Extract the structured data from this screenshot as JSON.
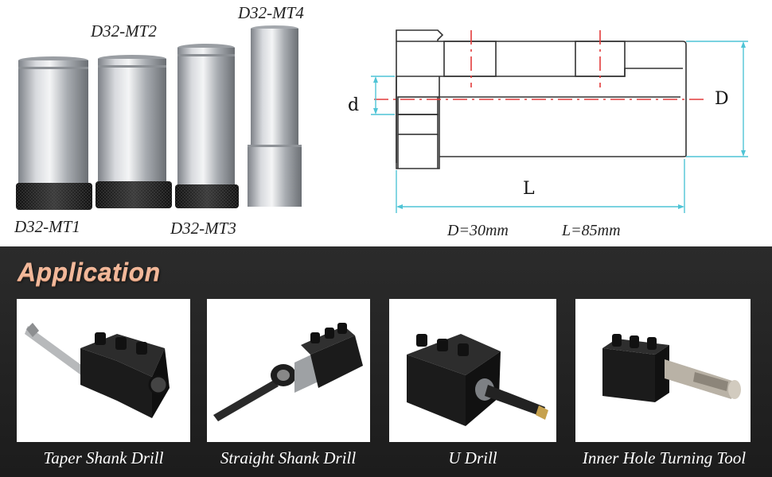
{
  "products": {
    "mt1": "D32-MT1",
    "mt2": "D32-MT2",
    "mt3": "D32-MT3",
    "mt4": "D32-MT4"
  },
  "diagram": {
    "d_label": "d",
    "D_label": "D",
    "L_label": "L",
    "spec_D": "D=30mm",
    "spec_L": "L=85mm"
  },
  "application": {
    "title": "Application",
    "items": [
      {
        "caption": "Taper Shank Drill"
      },
      {
        "caption": "Straight Shank Drill"
      },
      {
        "caption": "U Drill"
      },
      {
        "caption": "Inner Hole Turning Tool"
      }
    ]
  },
  "colors": {
    "accent_title": "#f2b89a",
    "dim_line": "#4fc4d6",
    "center_line": "#e23b3b"
  }
}
